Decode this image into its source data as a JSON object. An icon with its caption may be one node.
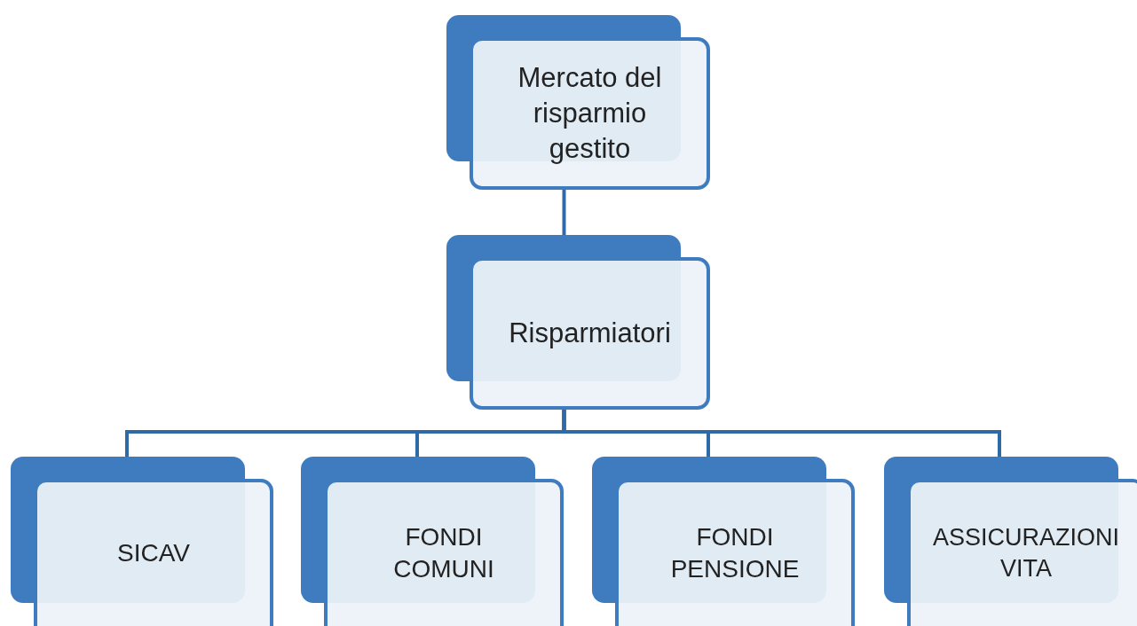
{
  "diagram": {
    "nodes": [
      {
        "text": [
          "Mercato del risparmio gestito"
        ]
      },
      {
        "text": [
          "Risparmiatori"
        ]
      },
      {
        "text": [
          "SICAV"
        ]
      },
      {
        "text": [
          "FONDI COMUNI"
        ]
      },
      {
        "text": [
          "FONDI PENSIONE"
        ]
      },
      {
        "text": [
          "ASSICURAZIONI VITA"
        ]
      }
    ],
    "edges": [
      {
        "from": 0,
        "to": 1,
        "arrow": "none"
      },
      {
        "from": 1,
        "to": 2,
        "arrow": "none"
      },
      {
        "from": 1,
        "to": 3,
        "arrow": "none"
      },
      {
        "from": 1,
        "to": 4,
        "arrow": "none"
      },
      {
        "from": 1,
        "to": 5,
        "arrow": "none"
      }
    ]
  }
}
